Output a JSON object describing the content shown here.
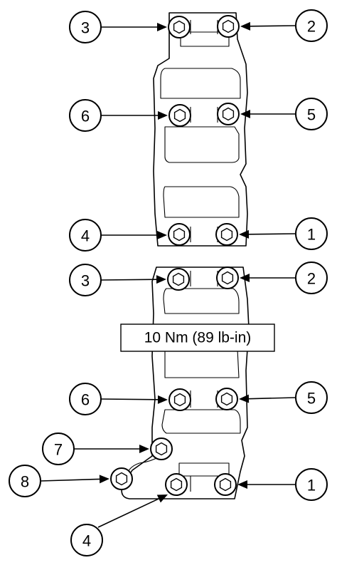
{
  "torque_label": "10 Nm (89 lb-in)",
  "callouts": {
    "upper": [
      "3",
      "2",
      "6",
      "5",
      "4",
      "1"
    ],
    "lower": [
      "3",
      "2",
      "6",
      "5",
      "7",
      "8",
      "1",
      "4"
    ]
  }
}
